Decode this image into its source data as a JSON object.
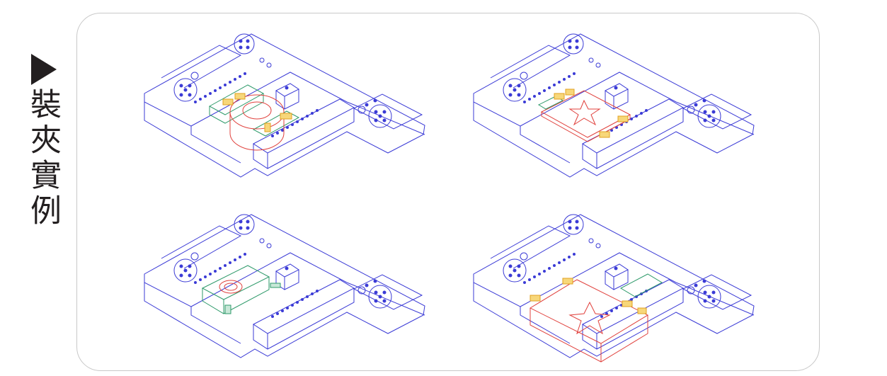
{
  "sidebar": {
    "marker": "▶",
    "title": "裝夾實例"
  },
  "colors": {
    "fixture": "#3b3bd6",
    "workpiece": "#e0403c",
    "clamp_block": "#2e9a6a",
    "clamp_jaw": "#f2b632",
    "text": "#231f20"
  },
  "examples": [
    {
      "workpiece": "ring"
    },
    {
      "workpiece": "star-plate"
    },
    {
      "workpiece": "small-part"
    },
    {
      "workpiece": "star-block"
    }
  ]
}
